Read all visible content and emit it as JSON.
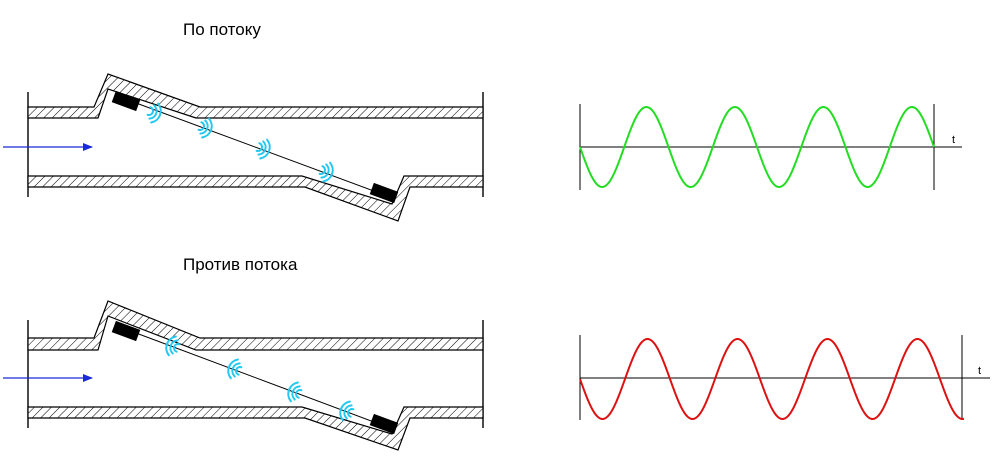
{
  "titles": {
    "with_flow": "По потоку",
    "against_flow": "Против потока"
  },
  "axis_label": "t",
  "colors": {
    "with_flow_signal": "#22dd22",
    "against_flow_signal": "#dd1111",
    "flow_arrow": "#1a2ad8",
    "sound_waves": "#22c8f0"
  }
}
